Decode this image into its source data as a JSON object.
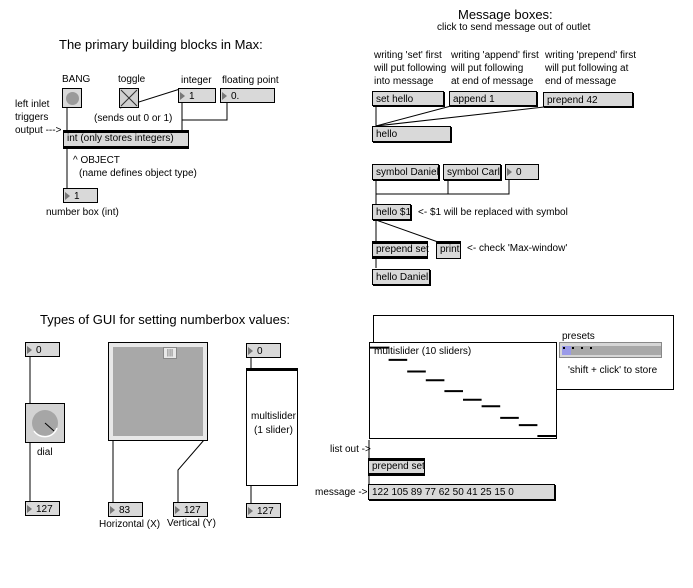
{
  "left_top": {
    "heading": "The primary building blocks in Max:",
    "bang_label": "BANG",
    "toggle_label": "toggle",
    "toggle_note": "(sends out 0 or 1)",
    "integer_label": "integer",
    "float_label": "floating point",
    "integer_value": "1",
    "float_value": "0.",
    "inlet_note": [
      "left inlet",
      "triggers",
      "output --->"
    ],
    "int_object": "int (only stores integers)",
    "object_note": "^ OBJECT",
    "object_note2": "(name defines object type)",
    "output_number": "1",
    "number_box_label": "number box (int)"
  },
  "right_top": {
    "heading": "Message boxes:",
    "subheading": "click to send message out of outlet",
    "col_notes": [
      [
        "writing 'set' first",
        "will put following",
        "into message"
      ],
      [
        "writing 'append' first",
        "will put following",
        "at end of message"
      ],
      [
        "writing 'prepend' first",
        "will put following at",
        "end of message"
      ]
    ],
    "msg_set": "set hello",
    "msg_append": "append 1",
    "msg_prepend": "prepend 42",
    "msg_result": "hello",
    "msg_symbol1": "symbol Daniel",
    "msg_symbol2": "symbol Carl",
    "symbol_number": "0",
    "msg_hello_var": "hello $1",
    "hello_var_note": "<- $1 will be replaced with symbol",
    "obj_prepend": "prepend set",
    "obj_print": "print",
    "print_note": "<- check 'Max-window'",
    "msg_hello_daniel": "hello Daniel"
  },
  "left_bottom": {
    "heading": "Types of GUI for setting numberbox values:",
    "dial_input": "0",
    "dial_label": "dial",
    "dial_output": "127",
    "slider_knob": "|||",
    "horizontal_value": "83",
    "horizontal_label": "Horizontal (X)",
    "vertical_value": "127",
    "vertical_label": "Vertical (Y)",
    "ms1_input": "0",
    "ms1_label": [
      "multislider",
      "(1 slider)"
    ],
    "ms1_output": "127"
  },
  "right_bottom": {
    "presets_label": "presets",
    "presets_note": "'shift + click' to store",
    "preset_slots": 11,
    "preset_active": 1,
    "preset_stored": [
      1,
      2,
      3,
      4
    ],
    "ms10_label": "multislider (10 sliders)",
    "ms10_values": [
      122,
      105,
      89,
      77,
      62,
      50,
      41,
      25,
      15,
      0
    ],
    "ms10_range": [
      0,
      127
    ],
    "list_out_label": "list out ->",
    "obj_prepend": "prepend set",
    "message_label": "message ->",
    "message_value": "122 105 89 77 62 50 41 25 15 0"
  }
}
